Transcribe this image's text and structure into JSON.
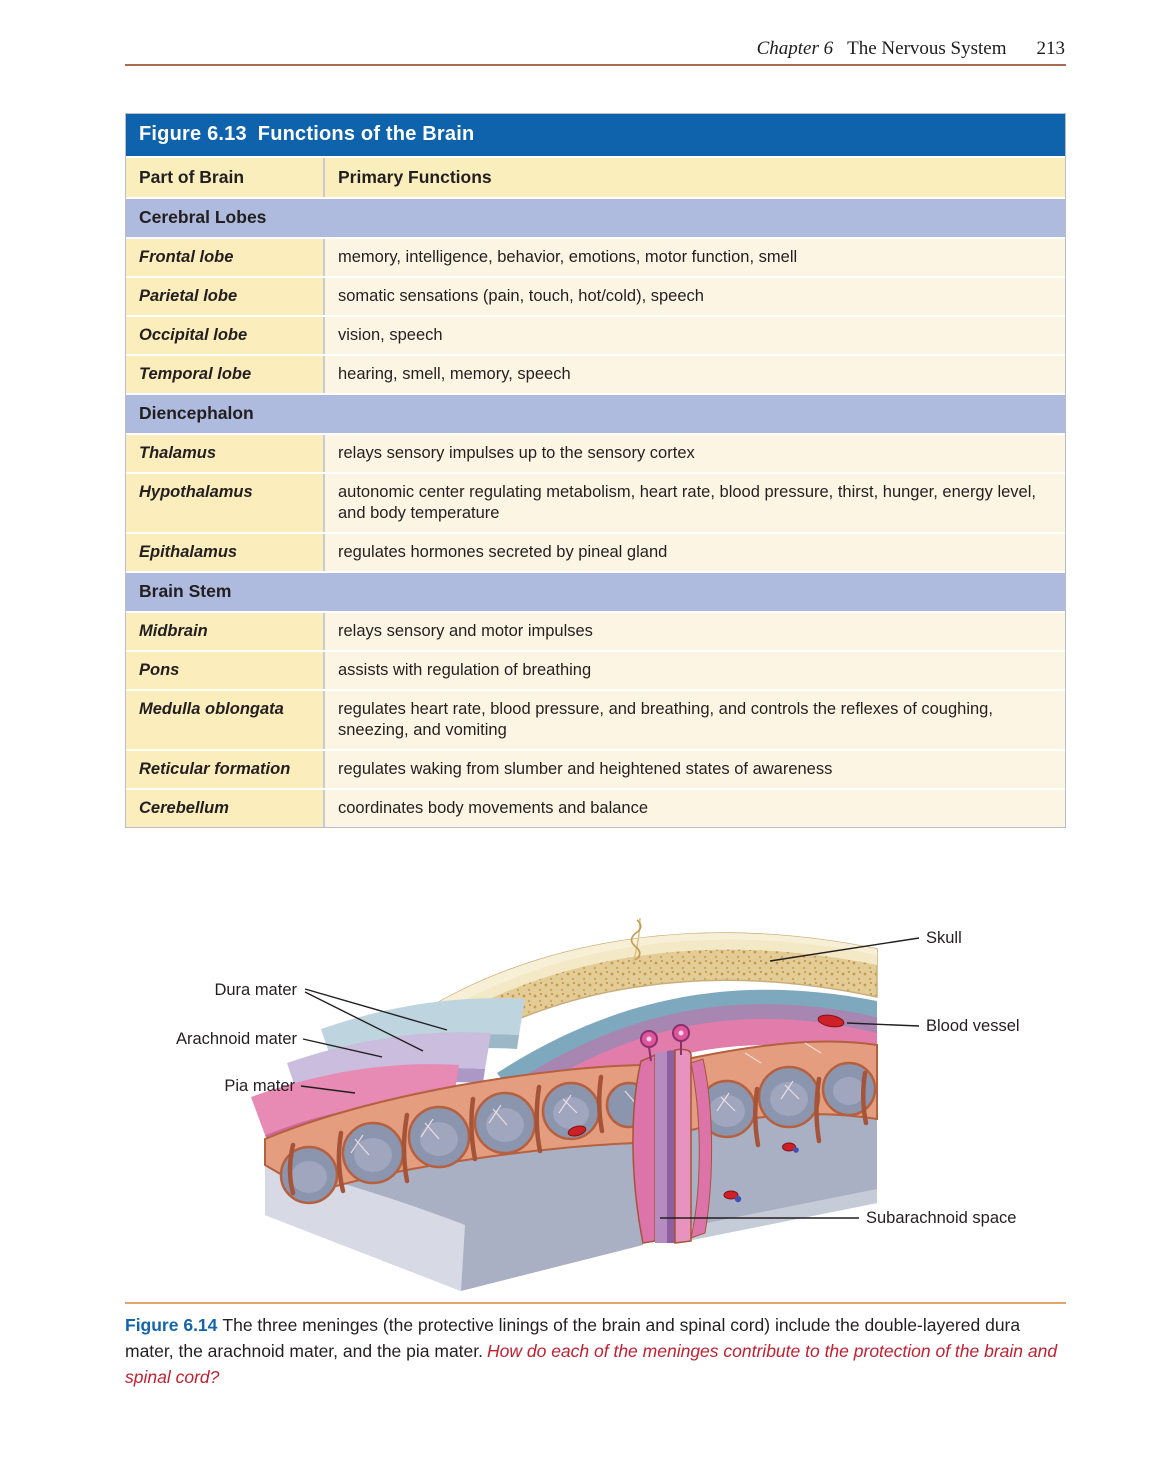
{
  "header": {
    "chapter": "Chapter 6",
    "book_title": "The Nervous System",
    "page_number": "213"
  },
  "table": {
    "figure_label": "Figure 6.13",
    "title": "Functions of the Brain",
    "columns": [
      "Part of Brain",
      "Primary Functions"
    ],
    "sections": [
      {
        "name": "Cerebral Lobes",
        "rows": [
          {
            "part": "Frontal lobe",
            "functions": "memory, intelligence, behavior, emotions, motor function, smell"
          },
          {
            "part": "Parietal lobe",
            "functions": "somatic sensations (pain, touch, hot/cold), speech"
          },
          {
            "part": "Occipital lobe",
            "functions": "vision, speech"
          },
          {
            "part": "Temporal lobe",
            "functions": "hearing, smell, memory, speech"
          }
        ]
      },
      {
        "name": "Diencephalon",
        "rows": [
          {
            "part": "Thalamus",
            "functions": "relays sensory impulses up to the sensory cortex"
          },
          {
            "part": "Hypothalamus",
            "functions": "autonomic center regulating metabolism, heart rate, blood pressure, thirst, hunger, energy level, and body temperature"
          },
          {
            "part": "Epithalamus",
            "functions": "regulates hormones secreted by pineal gland"
          }
        ]
      },
      {
        "name": "Brain Stem",
        "rows": [
          {
            "part": "Midbrain",
            "functions": "relays sensory and motor impulses"
          },
          {
            "part": "Pons",
            "functions": "assists with regulation of breathing"
          },
          {
            "part": "Medulla oblongata",
            "functions": "regulates heart rate, blood pressure, and breathing, and controls the reflexes of coughing, sneezing, and vomiting"
          },
          {
            "part": "Reticular formation",
            "functions": "regulates waking from slumber and heightened states of awareness"
          },
          {
            "part": "Cerebellum",
            "functions": "coordinates body movements and balance"
          }
        ]
      }
    ]
  },
  "figure": {
    "labels": {
      "dura": "Dura mater",
      "arachnoid": "Arachnoid mater",
      "pia": "Pia mater",
      "skull": "Skull",
      "blood_vessel": "Blood vessel",
      "subarachnoid": "Subarachnoid space"
    },
    "caption": {
      "figure_label": "Figure 6.14",
      "text": "The three meninges (the protective linings of the brain and spinal cord) include the double-layered dura mater, the arachnoid mater, and the pia mater.",
      "question": "How do each of the meninges contribute to the protection of the brain and spinal cord?"
    }
  },
  "colors": {
    "table_title_bar": "#0e63ac",
    "table_header_bg": "#fbeebd",
    "section_bg": "#aebade",
    "part_cell_bg": "#fceebc",
    "function_cell_bg": "#fdf5e4",
    "caption_accent": "#1464ab",
    "question_red": "#c22030",
    "header_rule": "#a96b51",
    "caption_rule": "#e0a76b"
  }
}
